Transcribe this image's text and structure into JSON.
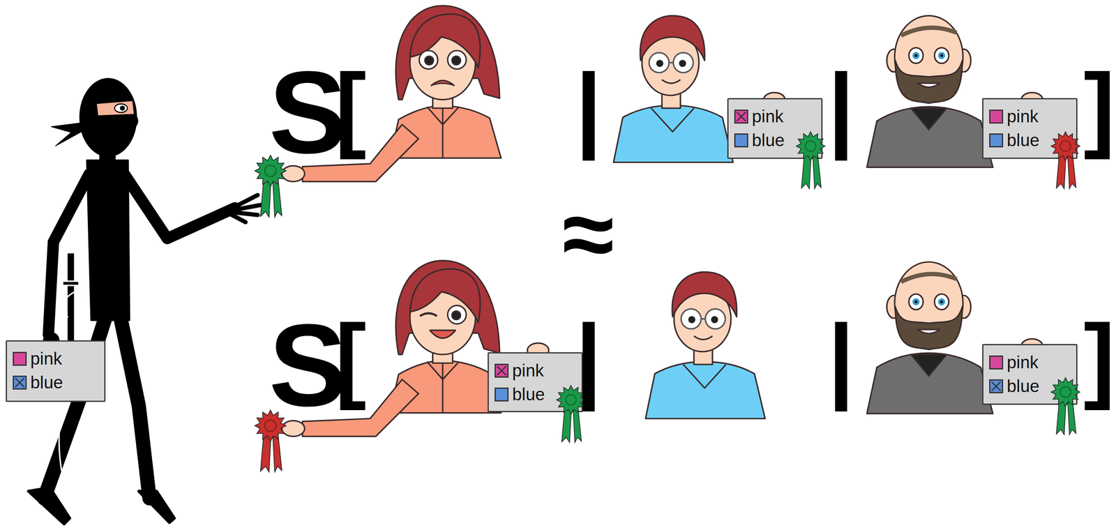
{
  "diagram": {
    "nodes": [
      {
        "text": [
          "pink",
          "blue"
        ]
      },
      {
        "text": [
          "pink",
          "blue"
        ]
      },
      {
        "text": [
          "pink",
          "blue"
        ]
      },
      {
        "text": [
          "pink",
          "blue"
        ]
      },
      {
        "text": [
          "pink",
          "blue"
        ]
      }
    ],
    "labels": [
      "S",
      "[",
      "|",
      "|",
      "]",
      "≈",
      "S",
      "[",
      "|",
      "|",
      "]"
    ]
  }
}
